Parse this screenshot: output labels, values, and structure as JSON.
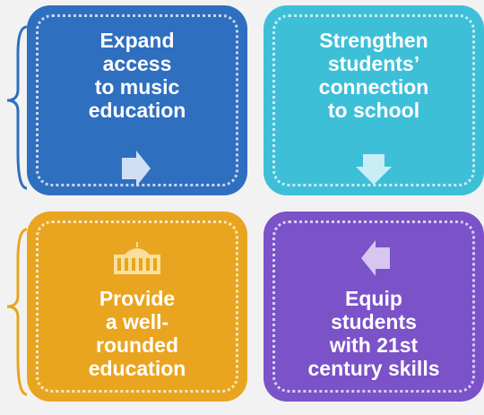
{
  "quadrants": {
    "top_left": {
      "text": "Expand\naccess\nto music\neducation",
      "color": "#2f6fc0",
      "icon": "arrow-right-icon"
    },
    "top_right": {
      "text": "Strengthen\nstudents’\nconnection\nto school",
      "color": "#3ebfd8",
      "icon": "arrow-down-icon"
    },
    "bottom_left": {
      "text": "Provide\na well-\nrounded\neducation",
      "color": "#e9a51f",
      "icon": "white-house-icon"
    },
    "bottom_right": {
      "text": "Equip\nstudents\nwith 21st\ncentury skills",
      "color": "#7b52c8",
      "icon": "arrow-left-icon"
    }
  }
}
